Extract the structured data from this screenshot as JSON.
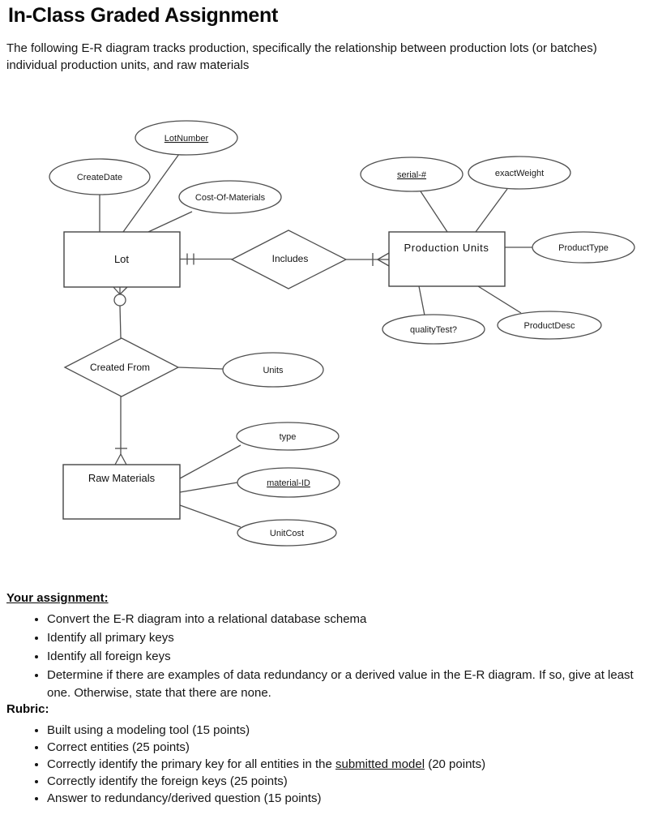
{
  "document": {
    "title": "In-Class Graded Assignment",
    "intro": "The following E-R diagram tracks production, specifically the relationship between production lots (or batches) individual production units, and raw materials",
    "assignment": {
      "heading": "Your assignment:",
      "bullets": [
        "Convert the E-R diagram into a relational database schema",
        "Identify all primary keys",
        "Identify all foreign keys",
        "Determine if there are examples of data redundancy or a derived value in the E-R diagram.  If so, give at least one. Otherwise, state that there are none."
      ]
    },
    "rubric": {
      "heading": "Rubric:",
      "bullets": [
        "Built using a modeling tool (15 points)",
        "Correct entities (25 points)",
        "Correctly identify the foreign keys (25 points)",
        "Answer to redundancy/derived question (15 points)"
      ],
      "bullet_primary_key": {
        "prefix": "Correctly identify the primary key for all entities in the ",
        "underline": "submitted model",
        "suffix": " (20 points)"
      }
    }
  },
  "diagram": {
    "entities": {
      "lot": {
        "label": "Lot"
      },
      "production_units": {
        "label": "Production Units"
      },
      "raw_materials": {
        "label": "Raw Materials"
      }
    },
    "relationships": {
      "includes": {
        "label": "Includes"
      },
      "created_from": {
        "label": "Created From"
      }
    },
    "attributes": {
      "lot_number": {
        "label": "LotNumber",
        "primary_key": true
      },
      "create_date": {
        "label": "CreateDate",
        "primary_key": false
      },
      "cost_of_materials": {
        "label": "Cost-Of-Materials",
        "primary_key": false
      },
      "serial_no": {
        "label": "serial-#",
        "primary_key": true
      },
      "exact_weight": {
        "label": "exactWeight",
        "primary_key": false
      },
      "product_type": {
        "label": "ProductType",
        "primary_key": false
      },
      "quality_test": {
        "label": "qualityTest?",
        "primary_key": false
      },
      "product_desc": {
        "label": "ProductDesc",
        "primary_key": false
      },
      "units": {
        "label": "Units",
        "primary_key": false
      },
      "type": {
        "label": "type",
        "primary_key": false
      },
      "material_id": {
        "label": "material-ID",
        "primary_key": true
      },
      "unit_cost": {
        "label": "UnitCost",
        "primary_key": false
      }
    }
  }
}
